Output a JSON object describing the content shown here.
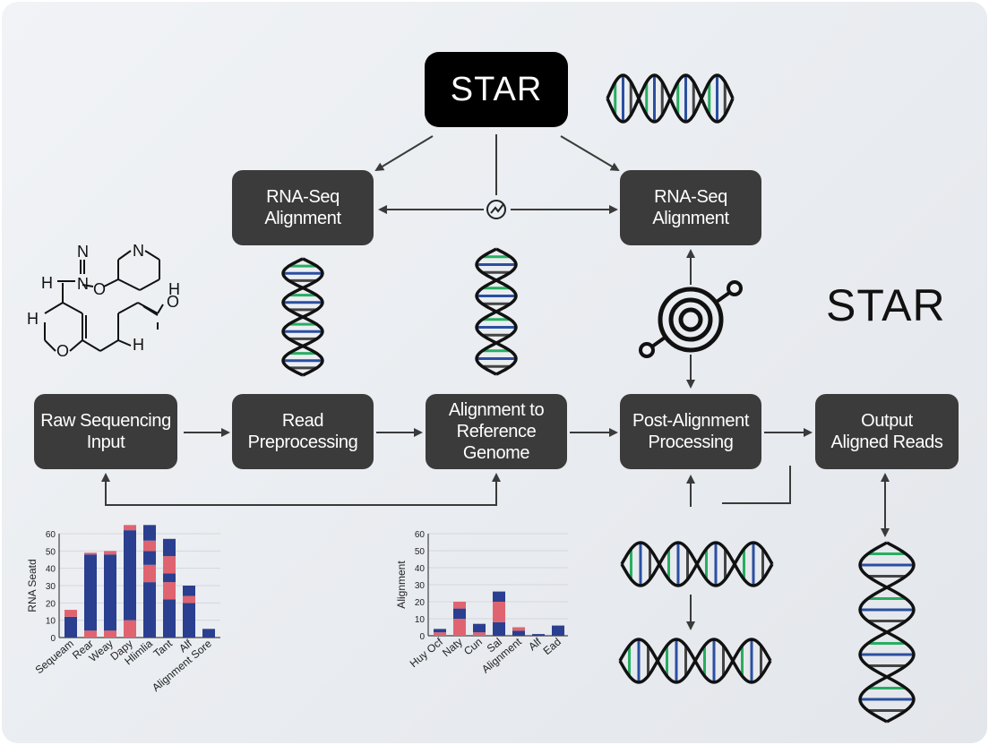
{
  "diagram": {
    "top_node": "STAR",
    "side_label": "STAR",
    "nodes": {
      "rna_left": "RNA-Seq\nAlignment",
      "rna_right": "RNA-Seq\nAlignment",
      "raw_input": "Raw Sequencing\nInput",
      "read_pre": "Read\nPreprocessing",
      "align_ref": "Alignment to\nReference\nGenome",
      "post_align": "Post-Alignment\nProcessing",
      "output": "Output\nAligned Reads"
    },
    "molecule_atoms": {
      "n1": "N",
      "n2": "N",
      "n3": "N",
      "o1": "O",
      "o2": "O",
      "o3": "O",
      "h1": "H",
      "h2": "H",
      "h3": "H",
      "h4": "H"
    }
  },
  "chart_data": [
    {
      "type": "bar",
      "ylabel": "RNA Seatd",
      "ylim": [
        0,
        60
      ],
      "yticks": [
        0,
        10,
        20,
        30,
        40,
        50,
        60
      ],
      "categories": [
        "Sequeam",
        "Rear",
        "Weay",
        "Dapy",
        "Hlimlia",
        "Tant",
        "Alf",
        "Alignment Sore"
      ],
      "stacks": [
        [
          [
            "#2a3f8f",
            12
          ],
          [
            "#e06470",
            4
          ]
        ],
        [
          [
            "#e06470",
            4
          ],
          [
            "#2a3f8f",
            44
          ],
          [
            "#e06470",
            1
          ]
        ],
        [
          [
            "#e06470",
            4
          ],
          [
            "#2a3f8f",
            44
          ],
          [
            "#e06470",
            2
          ]
        ],
        [
          [
            "#e06470",
            10
          ],
          [
            "#2a3f8f",
            52
          ],
          [
            "#e06470",
            3
          ]
        ],
        [
          [
            "#2a3f8f",
            32
          ],
          [
            "#e06470",
            10
          ],
          [
            "#2a3f8f",
            8
          ],
          [
            "#e06470",
            6
          ],
          [
            "#2a3f8f",
            9
          ]
        ],
        [
          [
            "#2a3f8f",
            22
          ],
          [
            "#e06470",
            10
          ],
          [
            "#2a3f8f",
            5
          ],
          [
            "#e06470",
            10
          ],
          [
            "#2a3f8f",
            10
          ]
        ],
        [
          [
            "#2a3f8f",
            20
          ],
          [
            "#e06470",
            4
          ],
          [
            "#2a3f8f",
            6
          ]
        ],
        [
          [
            "#2a3f8f",
            5
          ]
        ]
      ],
      "colors": {
        "blue": "#2a3f8f",
        "pink": "#e06470"
      }
    },
    {
      "type": "bar",
      "ylabel": "Alignment",
      "ylim": [
        0,
        60
      ],
      "yticks": [
        0,
        10,
        20,
        30,
        40,
        50,
        60
      ],
      "categories": [
        "Huy Ocf",
        "Naty",
        "Cun",
        "Sal",
        "Alignment",
        "Alf",
        "Ead"
      ],
      "stacks": [
        [
          [
            "#e06470",
            2
          ],
          [
            "#2a3f8f",
            2
          ]
        ],
        [
          [
            "#e06470",
            10
          ],
          [
            "#2a3f8f",
            6
          ],
          [
            "#e06470",
            4
          ]
        ],
        [
          [
            "#e06470",
            2
          ],
          [
            "#2a3f8f",
            5
          ]
        ],
        [
          [
            "#2a3f8f",
            8
          ],
          [
            "#e06470",
            12
          ],
          [
            "#2a3f8f",
            6
          ]
        ],
        [
          [
            "#2a3f8f",
            3
          ],
          [
            "#e06470",
            2
          ]
        ],
        [
          [
            "#2a3f8f",
            1
          ]
        ],
        [
          [
            "#2a3f8f",
            6
          ]
        ]
      ],
      "colors": {
        "blue": "#2a3f8f",
        "pink": "#e06470"
      }
    }
  ]
}
